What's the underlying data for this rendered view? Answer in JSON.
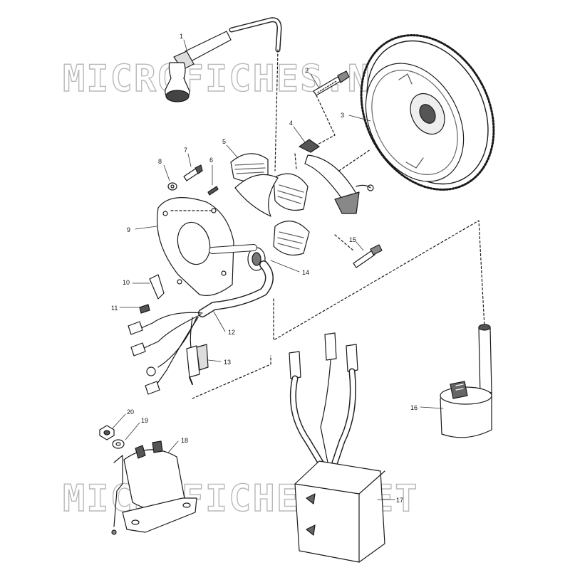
{
  "watermark": {
    "text": "MICROFICHES.NET",
    "color": "#bdbdbd"
  },
  "parts": [
    {
      "num": "1",
      "icon": "spark-plug-cap-icon"
    },
    {
      "num": "2",
      "icon": "bolt-icon"
    },
    {
      "num": "3",
      "icon": "flywheel-icon"
    },
    {
      "num": "4",
      "icon": "pulser-coil-icon"
    },
    {
      "num": "5",
      "icon": "stator-coil-icon"
    },
    {
      "num": "6",
      "icon": "screw-icon"
    },
    {
      "num": "7",
      "icon": "screw-icon"
    },
    {
      "num": "8",
      "icon": "washer-icon"
    },
    {
      "num": "9",
      "icon": "stator-plate-icon"
    },
    {
      "num": "10",
      "icon": "clamp-icon"
    },
    {
      "num": "11",
      "icon": "screw-icon"
    },
    {
      "num": "12",
      "icon": "connector-icon"
    },
    {
      "num": "13",
      "icon": "wire-harness-icon"
    },
    {
      "num": "14",
      "icon": "grommet-icon"
    },
    {
      "num": "15",
      "icon": "bolt-icon"
    },
    {
      "num": "16",
      "icon": "ignition-coil-icon"
    },
    {
      "num": "17",
      "icon": "cdi-unit-icon"
    },
    {
      "num": "18",
      "icon": "starter-solenoid-icon"
    },
    {
      "num": "19",
      "icon": "lock-washer-icon"
    },
    {
      "num": "20",
      "icon": "nut-icon"
    }
  ],
  "colors": {
    "line": "#1a1a1a",
    "shade": "#555555",
    "paper": "#ffffff"
  }
}
